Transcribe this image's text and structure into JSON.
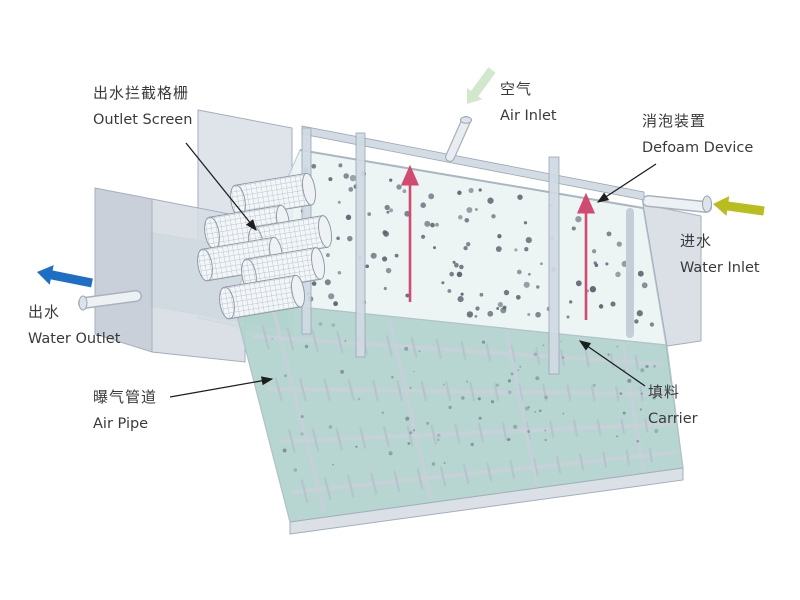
{
  "diagram": {
    "labels": {
      "outlet_screen": {
        "zh": "出水拦截格栅",
        "en": "Outlet Screen"
      },
      "air_inlet": {
        "zh": "空气",
        "en": "Air Inlet"
      },
      "defoam_device": {
        "zh": "消泡装置",
        "en": "Defoam Device"
      },
      "water_inlet": {
        "zh": "进水",
        "en": "Water Inlet"
      },
      "water_outlet": {
        "zh": "出水",
        "en": "Water Outlet"
      },
      "air_pipe": {
        "zh": "曝气管道",
        "en": "Air Pipe"
      },
      "carrier": {
        "zh": "填料",
        "en": "Carrier"
      }
    },
    "colors": {
      "water_surface": "#e9f2f3",
      "water_body": "#b3d4cf",
      "tank_wall": "#d6dce4",
      "carrier_dot": "#57646f",
      "defoam_rod": "#d14a70",
      "air_arrow": "#d2e8cd",
      "inlet_arrow": "#b9bd1e",
      "outlet_arrow": "#1f6ec5",
      "label_text": "#3a3a3a"
    }
  }
}
